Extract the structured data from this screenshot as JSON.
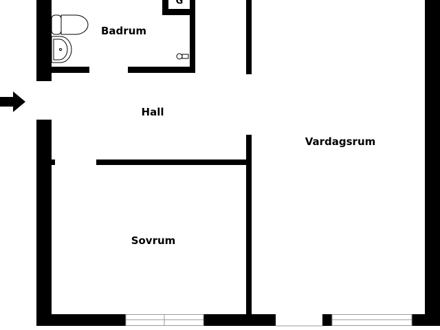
{
  "rooms": {
    "bathroom": "Badrum",
    "hall": "Hall",
    "living_room": "Vardagsrum",
    "bedroom": "Sovrum"
  },
  "closet_label": "G",
  "colors": {
    "wall": "#000000",
    "window": "#999999",
    "background": "#ffffff"
  },
  "icons": {
    "entrance": "arrow-right-icon",
    "toilet": "toilet-icon",
    "sink": "sink-icon",
    "shower": "shower-icon"
  }
}
